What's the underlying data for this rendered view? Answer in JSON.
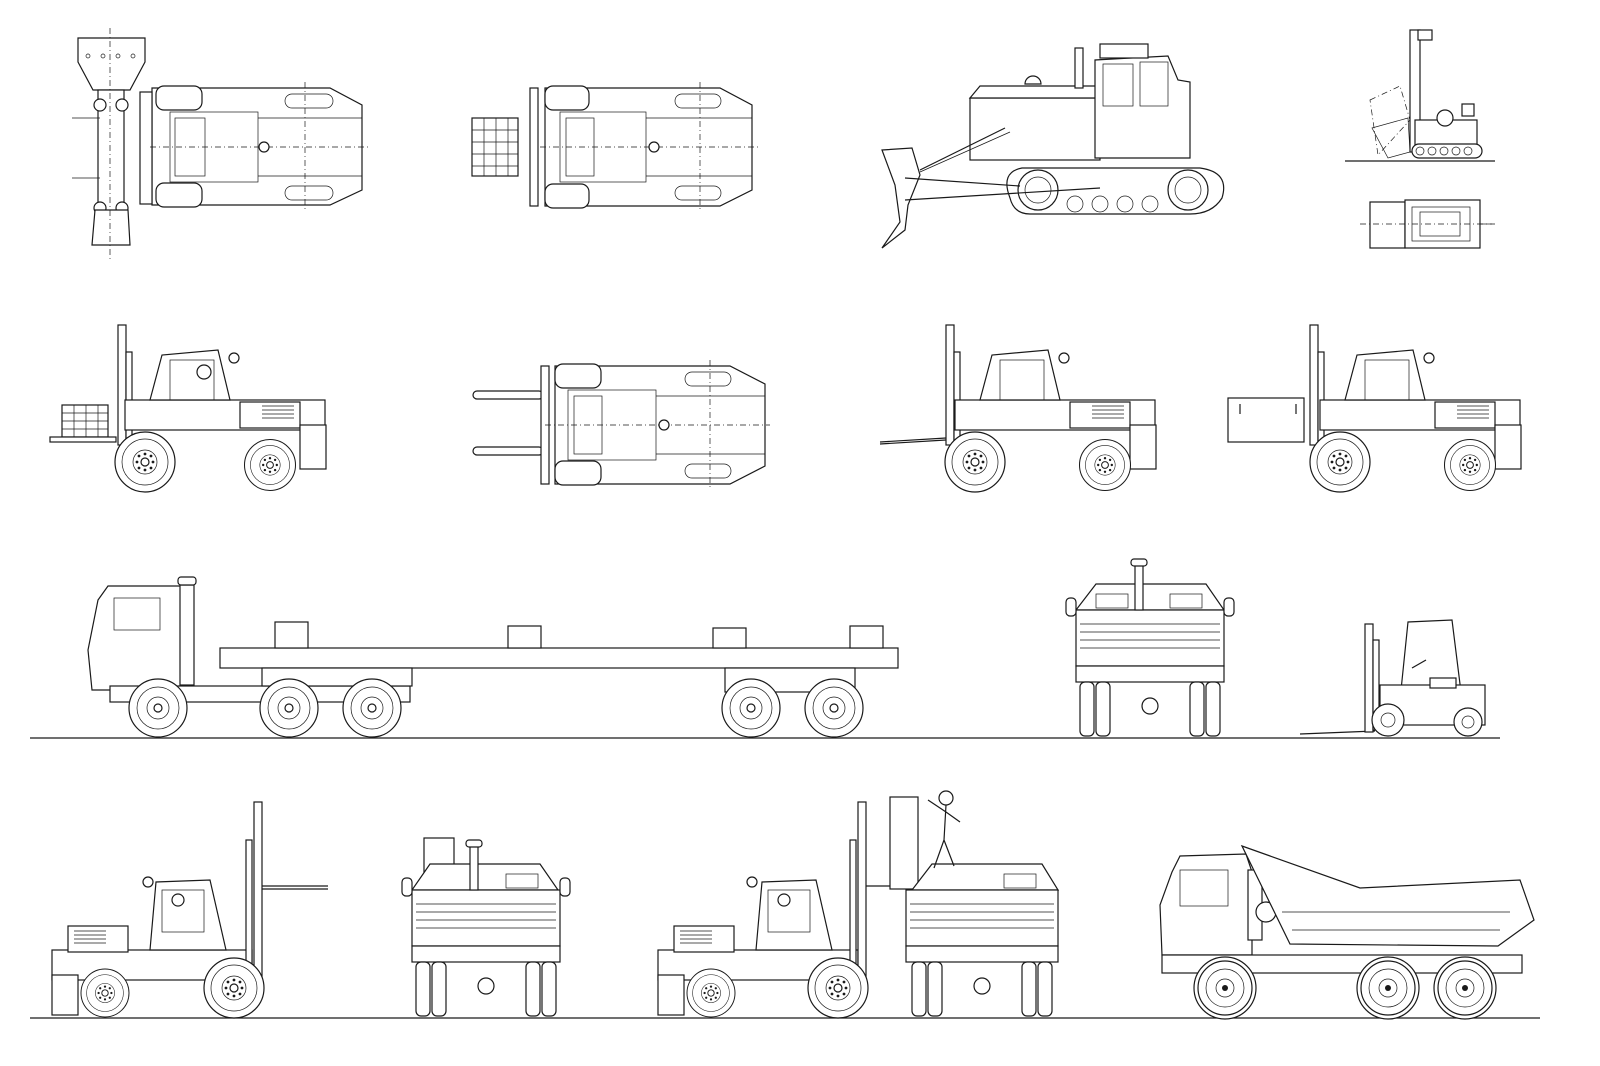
{
  "sheet": {
    "stroke_color": "#1a1a1a",
    "background_color": "#ffffff"
  },
  "drawings": [
    {
      "name": "forklift-clamp-top-view"
    },
    {
      "name": "forklift-block-clamp-top-view"
    },
    {
      "name": "crawler-bulldozer-side-view"
    },
    {
      "name": "small-loader-side-view"
    },
    {
      "name": "small-loader-top-view"
    },
    {
      "name": "forklift-with-bricks-side-view"
    },
    {
      "name": "forklift-fork-top-view"
    },
    {
      "name": "forklift-forks-side-view"
    },
    {
      "name": "forklift-with-block-side-view"
    },
    {
      "name": "truck-with-flatbed-trailer-side-view"
    },
    {
      "name": "truck-rear-view"
    },
    {
      "name": "compact-forklift-side-view"
    },
    {
      "name": "forklift-raised-forks-side-view"
    },
    {
      "name": "truck-rear-with-load-view"
    },
    {
      "name": "forklift-loading-truck-view"
    },
    {
      "name": "dump-truck-side-view"
    }
  ]
}
